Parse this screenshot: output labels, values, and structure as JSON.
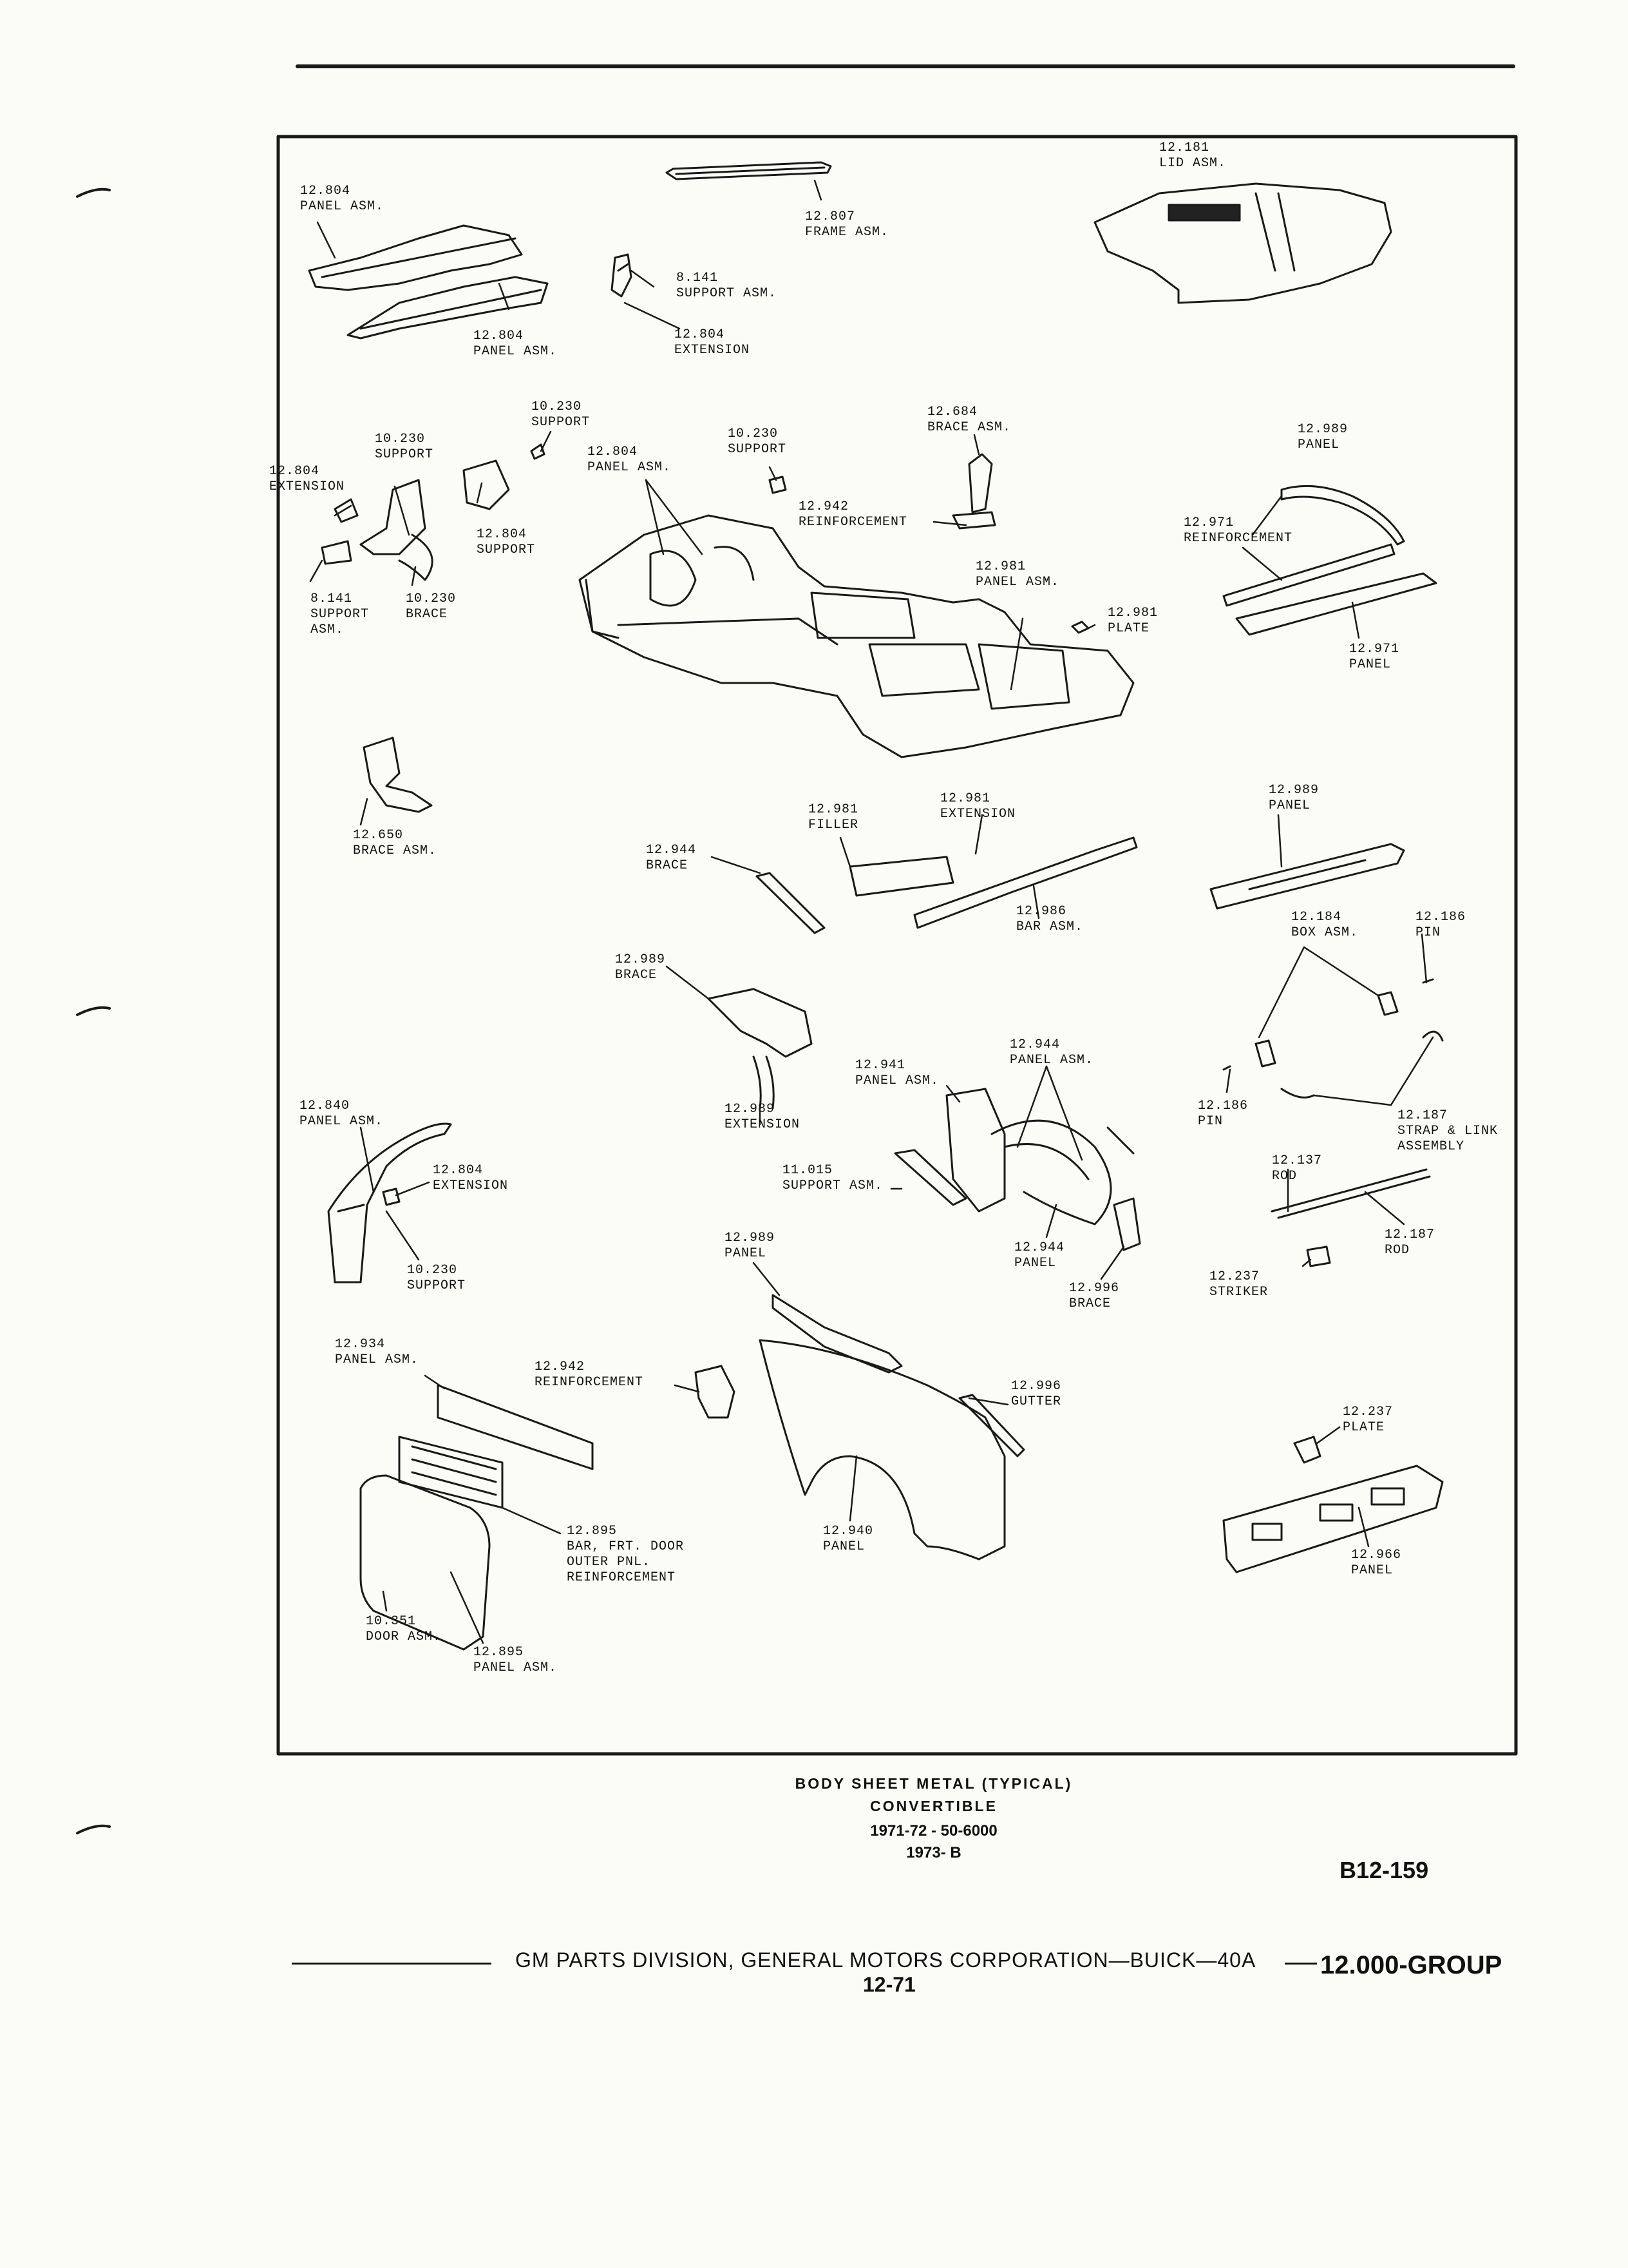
{
  "caption": {
    "line1": "BODY SHEET METAL (TYPICAL)",
    "line2": "CONVERTIBLE",
    "line3": "1971-72 - 50-6000",
    "line4": "1973- B"
  },
  "figure_id": "B12-159",
  "footer": {
    "publisher": "GM PARTS DIVISION, GENERAL MOTORS CORPORATION—BUICK—40A",
    "page": "12-71",
    "group": "12.000-GROUP"
  },
  "labels": {
    "l01": {
      "num": "12.804",
      "name": "PANEL ASM."
    },
    "l02": {
      "num": "12.807",
      "name": "FRAME ASM."
    },
    "l03": {
      "num": "12.181",
      "name": "LID ASM."
    },
    "l04": {
      "num": "8.141",
      "name": "SUPPORT ASM."
    },
    "l05": {
      "num": "12.804",
      "name": "PANEL ASM."
    },
    "l06": {
      "num": "12.804",
      "name": "EXTENSION"
    },
    "l07": {
      "num": "10.230",
      "name": "SUPPORT"
    },
    "l08": {
      "num": "10.230",
      "name": "SUPPORT"
    },
    "l09": {
      "num": "12.804",
      "name": "PANEL ASM."
    },
    "l10": {
      "num": "10.230",
      "name": "SUPPORT"
    },
    "l11": {
      "num": "12.684",
      "name": "BRACE ASM."
    },
    "l12": {
      "num": "12.989",
      "name": "PANEL"
    },
    "l13": {
      "num": "12.804",
      "name": "EXTENSION"
    },
    "l14": {
      "num": "12.804",
      "name": "SUPPORT"
    },
    "l15": {
      "num": "12.942",
      "name": "REINFORCEMENT"
    },
    "l16": {
      "num": "12.971",
      "name": "REINFORCEMENT"
    },
    "l17": {
      "num": "8.141",
      "name": "SUPPORT\nASM."
    },
    "l18": {
      "num": "10.230",
      "name": "BRACE"
    },
    "l19": {
      "num": "12.981",
      "name": "PANEL ASM."
    },
    "l20": {
      "num": "12.981",
      "name": "PLATE"
    },
    "l21": {
      "num": "12.971",
      "name": "PANEL"
    },
    "l22": {
      "num": "12.650",
      "name": "BRACE ASM."
    },
    "l23": {
      "num": "12.981",
      "name": "FILLER"
    },
    "l24": {
      "num": "12.981",
      "name": "EXTENSION"
    },
    "l25": {
      "num": "12.989",
      "name": "PANEL"
    },
    "l26": {
      "num": "12.944",
      "name": "BRACE"
    },
    "l27": {
      "num": "12.986",
      "name": "BAR ASM."
    },
    "l28": {
      "num": "12.184",
      "name": "BOX ASM."
    },
    "l29": {
      "num": "12.186",
      "name": "PIN"
    },
    "l30": {
      "num": "12.989",
      "name": "BRACE"
    },
    "l31": {
      "num": "12.944",
      "name": "PANEL ASM."
    },
    "l32": {
      "num": "12.941",
      "name": "PANEL ASM."
    },
    "l33": {
      "num": "12.989",
      "name": "EXTENSION"
    },
    "l34": {
      "num": "12.186",
      "name": "PIN"
    },
    "l35": {
      "num": "12.187",
      "name": "STRAP & LINK\nASSEMBLY"
    },
    "l36": {
      "num": "12.840",
      "name": "PANEL ASM."
    },
    "l37": {
      "num": "12.804",
      "name": "EXTENSION"
    },
    "l38": {
      "num": "11.015",
      "name": "SUPPORT ASM."
    },
    "l39": {
      "num": "12.137",
      "name": "ROD"
    },
    "l40": {
      "num": "10.230",
      "name": "SUPPORT"
    },
    "l41": {
      "num": "12.989",
      "name": "PANEL"
    },
    "l42": {
      "num": "12.944",
      "name": "PANEL"
    },
    "l43": {
      "num": "12.187",
      "name": "ROD"
    },
    "l44": {
      "num": "12.996",
      "name": "BRACE"
    },
    "l45": {
      "num": "12.237",
      "name": "STRIKER"
    },
    "l46": {
      "num": "12.934",
      "name": "PANEL ASM."
    },
    "l47": {
      "num": "12.942",
      "name": "REINFORCEMENT"
    },
    "l48": {
      "num": "12.996",
      "name": "GUTTER"
    },
    "l49": {
      "num": "12.237",
      "name": "PLATE"
    },
    "l50": {
      "num": "12.895",
      "name": "BAR, FRT. DOOR\nOUTER PNL.\nREINFORCEMENT"
    },
    "l51": {
      "num": "12.940",
      "name": "PANEL"
    },
    "l52": {
      "num": "12.966",
      "name": "PANEL"
    },
    "l53": {
      "num": "10.351",
      "name": "DOOR ASM."
    },
    "l54": {
      "num": "12.895",
      "name": "PANEL ASM."
    }
  }
}
